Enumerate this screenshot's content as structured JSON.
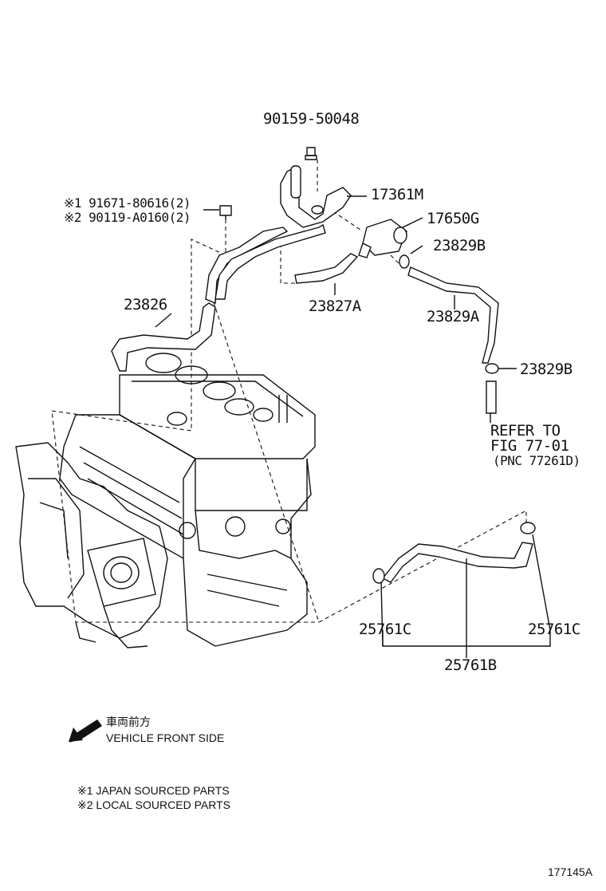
{
  "labels": {
    "p90159": "90159-50048",
    "p17361m": "17361M",
    "p91671": "※1 91671-80616(2)",
    "p90119": "※2 90119-A0160(2)",
    "p17650g": "17650G",
    "p23829b_top": "23829B",
    "p23826": "23826",
    "p23827a": "23827A",
    "p23829a": "23829A",
    "p23829b_mid": "23829B",
    "refer1": "REFER TO",
    "refer2": "FIG 77-01",
    "refer3": "(PNC 77261D)",
    "p25761c_left": "25761C",
    "p25761c_right": "25761C",
    "p25761b": "25761B"
  },
  "legend": {
    "front_jp": "車両前方",
    "front_en": "VEHICLE FRONT SIDE",
    "note1": "※1 JAPAN SOURCED PARTS",
    "note2": "※2 LOCAL SOURCED PARTS"
  },
  "figure_id": "177145A"
}
